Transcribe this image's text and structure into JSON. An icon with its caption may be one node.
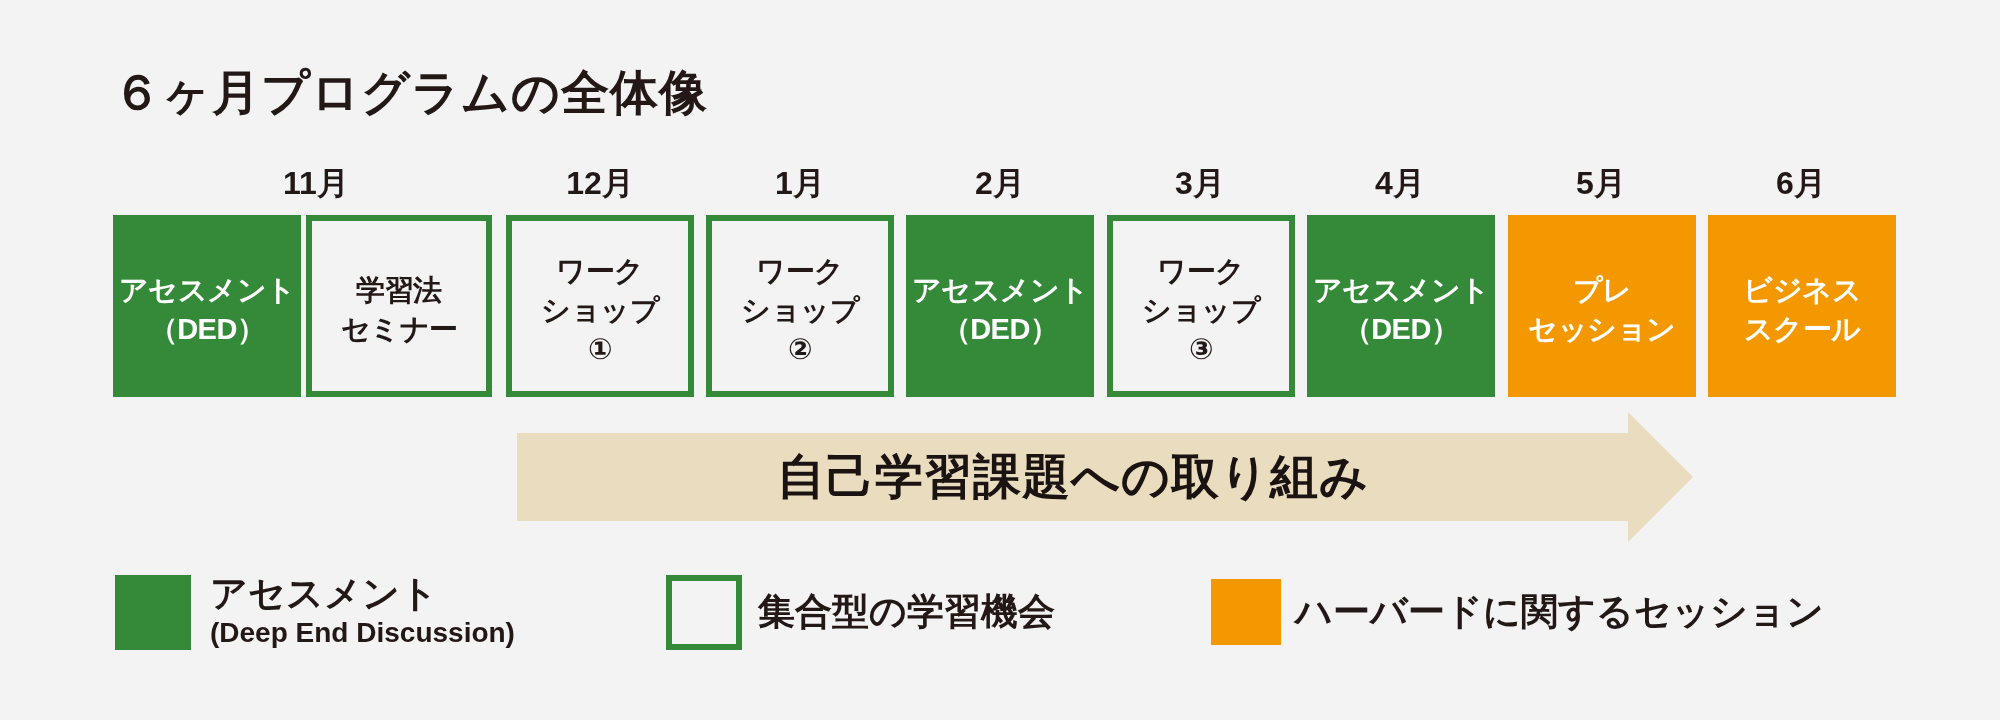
{
  "diagram": {
    "title": "６ヶ月プログラムの全体像",
    "nodes": [
      {
        "text": [
          "アセスメント（DED）"
        ]
      },
      {
        "text": [
          "学習法セミナー"
        ]
      },
      {
        "text": [
          "ワークショップ①"
        ]
      },
      {
        "text": [
          "ワークショップ②"
        ]
      },
      {
        "text": [
          "アセスメント（DED）"
        ]
      },
      {
        "text": [
          "ワークショップ③"
        ]
      },
      {
        "text": [
          "アセスメント（DED）"
        ]
      },
      {
        "text": [
          "プレセッション"
        ]
      },
      {
        "text": [
          "ビジネススクール"
        ]
      },
      {
        "text": [
          "自己学習課題への取り組み"
        ]
      }
    ],
    "labels": [
      "11月",
      "12月",
      "1月",
      "2月",
      "3月",
      "4月",
      "5月",
      "6月"
    ],
    "legend": [
      {
        "text": "アセスメント (Deep End Discussion)",
        "color": "#358a3a"
      },
      {
        "text": "集合型の学習機会"
      },
      {
        "text": "ハーバードに関するセッション",
        "color": "#f39800"
      }
    ]
  }
}
